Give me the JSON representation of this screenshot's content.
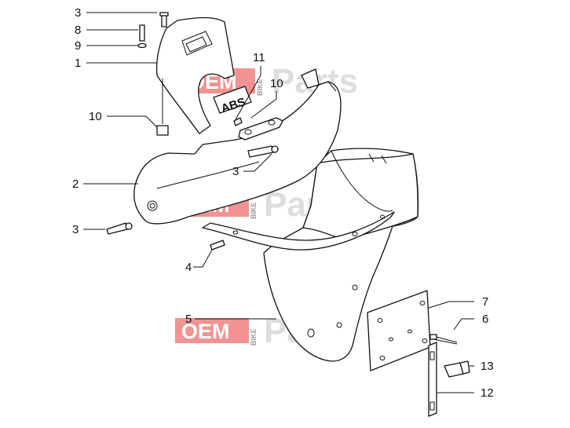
{
  "watermark": {
    "left_text": "OEM",
    "vertical_text": "BIKE",
    "right_text": "Parts"
  },
  "badge_text": "ABS",
  "callouts": [
    {
      "id": "c3-top",
      "label": "3"
    },
    {
      "id": "c8",
      "label": "8"
    },
    {
      "id": "c9",
      "label": "9"
    },
    {
      "id": "c1",
      "label": "1"
    },
    {
      "id": "c11",
      "label": "11"
    },
    {
      "id": "c10-right",
      "label": "10"
    },
    {
      "id": "c10-left",
      "label": "10"
    },
    {
      "id": "c3-mid",
      "label": "3"
    },
    {
      "id": "c2",
      "label": "2"
    },
    {
      "id": "c3-left",
      "label": "3"
    },
    {
      "id": "c4",
      "label": "4"
    },
    {
      "id": "c5",
      "label": "5"
    },
    {
      "id": "c7",
      "label": "7"
    },
    {
      "id": "c6",
      "label": "6"
    },
    {
      "id": "c13",
      "label": "13"
    },
    {
      "id": "c12",
      "label": "12"
    }
  ]
}
